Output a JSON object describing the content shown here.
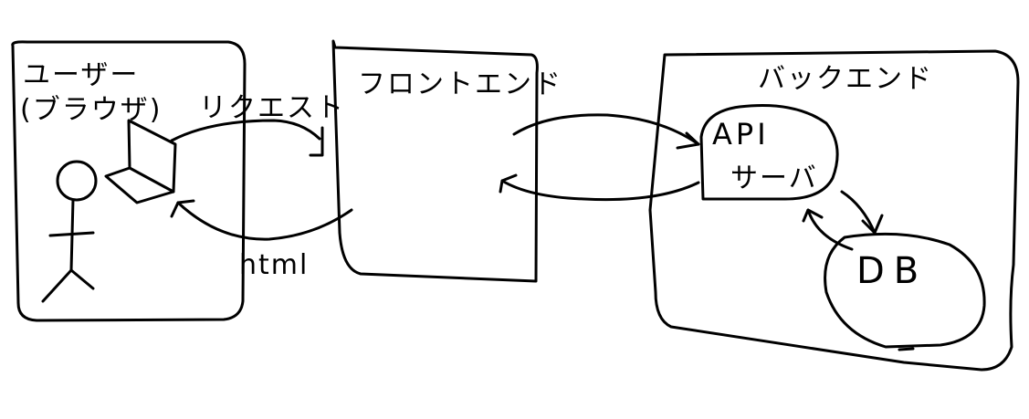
{
  "user": {
    "title": "ユーザー",
    "subtitle": "(ブラウザ)"
  },
  "frontend": {
    "title": "フロントエンド"
  },
  "backend": {
    "title": "バックエンド",
    "api_line1": "API",
    "api_line2": "サーバ",
    "db": "DB"
  },
  "arrows": {
    "request_label": "リクエスト",
    "html_label": "html"
  },
  "colors": {
    "ink": "#000000",
    "paper": "#ffffff"
  }
}
